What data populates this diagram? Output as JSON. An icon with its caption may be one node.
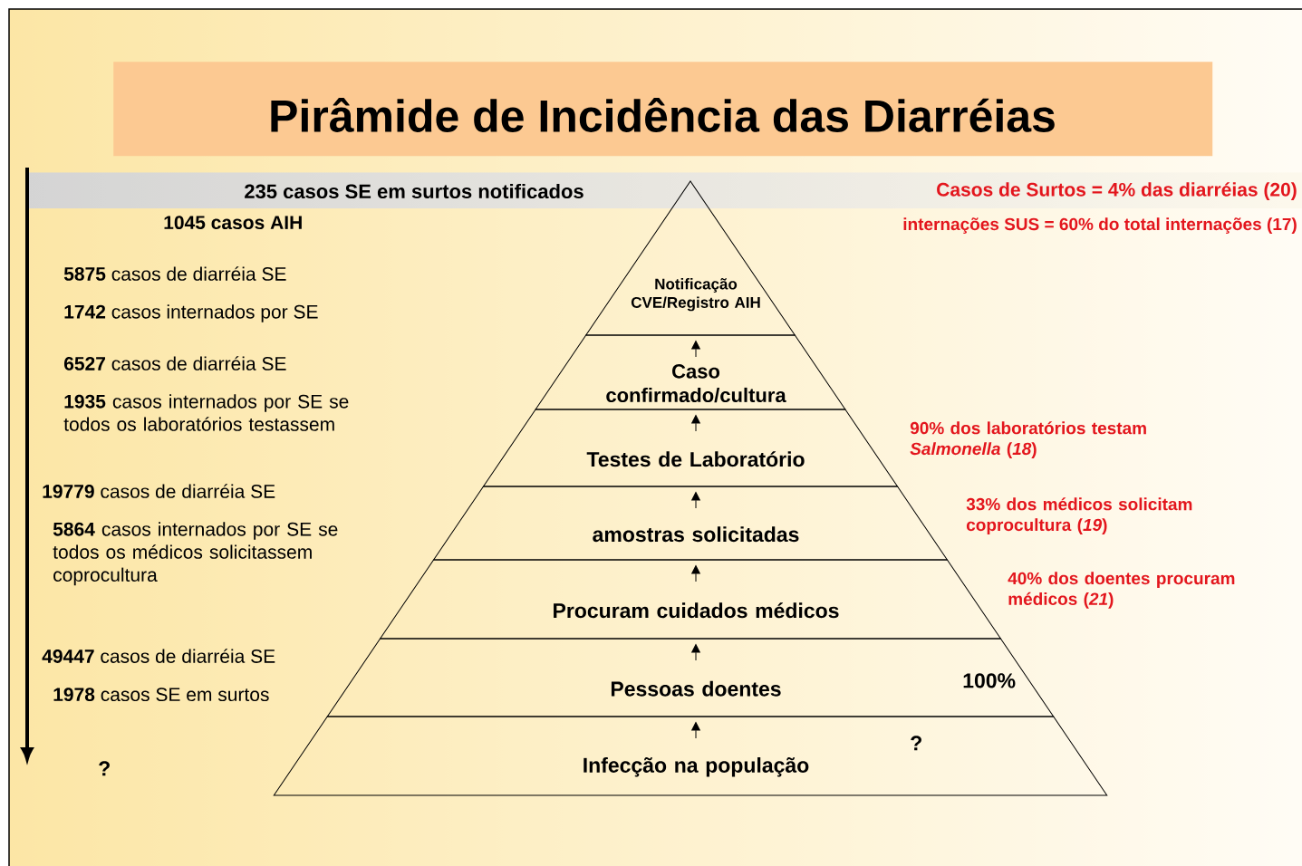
{
  "diagram": {
    "title": "Pirâmide de Incidência das Diarréias",
    "nodes": [
      {
        "text": [
          "235 casos SE em surtos notificados",
          "Casos de Surtos = 4% das diarréias (20)"
        ]
      },
      {
        "text": [
          "Notificação CVE/Registro AIH"
        ]
      },
      {
        "text": [
          "Caso confirmado/cultura"
        ]
      },
      {
        "text": [
          "Testes de Laboratório"
        ]
      },
      {
        "text": [
          "amostras solicitadas"
        ]
      },
      {
        "text": [
          "Procuram cuidados médicos"
        ]
      },
      {
        "text": [
          "Pessoas doentes"
        ]
      },
      {
        "text": [
          "Infecção na população"
        ]
      }
    ],
    "edges": [
      {
        "from": 7,
        "to": 6,
        "arrow": "to"
      },
      {
        "from": 6,
        "to": 5,
        "arrow": "to"
      },
      {
        "from": 5,
        "to": 4,
        "arrow": "to"
      },
      {
        "from": 4,
        "to": 3,
        "arrow": "to"
      },
      {
        "from": 3,
        "to": 2,
        "arrow": "to"
      },
      {
        "from": 2,
        "to": 1,
        "arrow": "to"
      }
    ],
    "labels": [
      "1045 casos AIH",
      "internações SUS = 60% do total internações (17)",
      "**5875** casos de diarréia SE",
      "**1742** casos internados por SE",
      "**6527** casos de diarréia SE",
      "**1935** casos internados por SE se todos os laboratórios testassem",
      "90% dos laboratórios testam *Salmonella* (*18*)",
      "**19779** casos de diarréia SE",
      "33% dos médicos solicitam coprocultura (*19*)",
      "**5864** casos internados por SE se todos os médicos solicitassem coprocultura",
      "40% dos doentes procuram médicos (*21*)",
      "**49447** casos de diarréia SE",
      "100%",
      "**1978** casos SE em surtos",
      "?",
      "?"
    ]
  }
}
